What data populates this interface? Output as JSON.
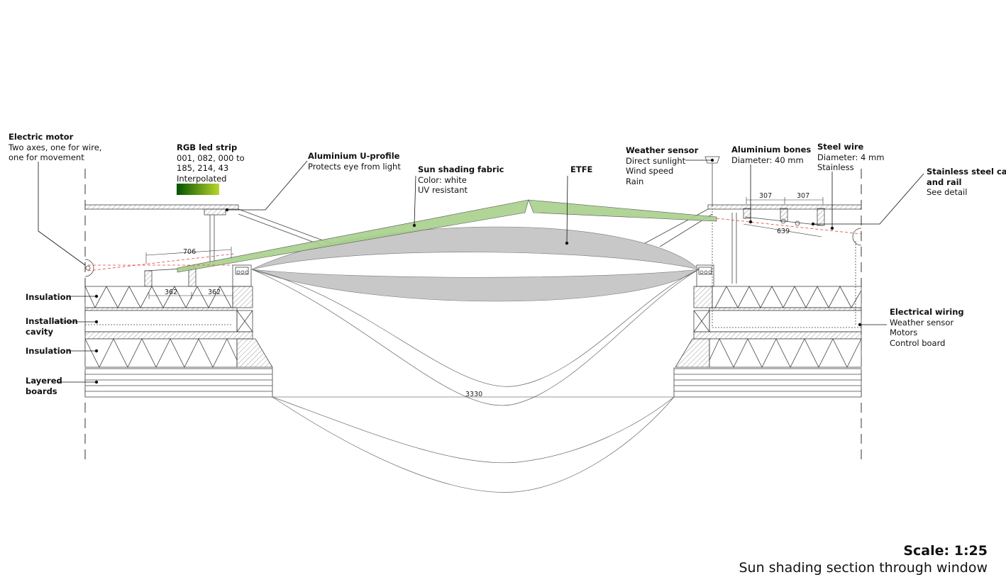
{
  "labels": {
    "electric_motor": {
      "title": "Electric motor",
      "lines": [
        "Two axes, one for wire,",
        "one for movement"
      ]
    },
    "rgb_led": {
      "title": "RGB led strip",
      "lines": [
        "001, 082, 000 to",
        "185, 214, 43",
        "Interpolated"
      ]
    },
    "u_profile": {
      "title": "Aluminium U-profile",
      "lines": [
        "Protects eye from light"
      ]
    },
    "sun_fabric": {
      "title": "Sun shading fabric",
      "lines": [
        "Color: white",
        "UV resistant"
      ]
    },
    "etfe": {
      "title": "ETFE",
      "lines": []
    },
    "weather_sensor": {
      "title": "Weather sensor",
      "lines": [
        "Direct sunlight",
        "Wind speed",
        "Rain"
      ]
    },
    "alu_bones": {
      "title": "Aluminium bones",
      "lines": [
        "Diameter: 40 mm"
      ]
    },
    "steel_wire": {
      "title": "Steel wire",
      "lines": [
        "Diameter: 4 mm",
        "Stainless"
      ]
    },
    "steel_cart": {
      "title": "Stainless steel cart",
      "title2": "and rail",
      "lines": [
        "See detail"
      ]
    },
    "electrical_wiring": {
      "title": "Electrical wiring",
      "lines": [
        "Weather sensor",
        "Motors",
        "Control board"
      ]
    },
    "insulation_top": {
      "title": "Insulation"
    },
    "installation_cavity": {
      "title": "Installation",
      "title2": "cavity"
    },
    "insulation_bottom": {
      "title": "Insulation"
    },
    "layered_boards": {
      "title": "Layered",
      "title2": "boards"
    }
  },
  "dimensions": {
    "d706": "706",
    "d362a": "362",
    "d362b": "362",
    "d307a": "307",
    "d307b": "307",
    "d639": "639",
    "d3330": "3330"
  },
  "led_gradient": {
    "from": "#015200",
    "to": "#b9d62b"
  },
  "colors": {
    "fabric": "#a9cf8c",
    "etfe": "#c8c8c8",
    "wire": "#d44"
  },
  "scale": "Scale: 1:25",
  "caption": "Sun shading section through window"
}
